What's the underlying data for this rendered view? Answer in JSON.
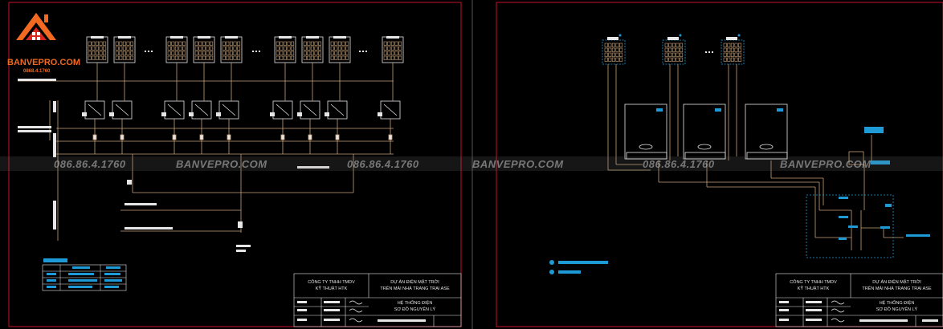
{
  "logo": {
    "name": "BANVEPRO.COM",
    "phone": "0868.4.1760"
  },
  "watermarks": {
    "phone": "086.86.4.1760",
    "site": "BANVEPRO.COM"
  },
  "title_blocks": [
    {
      "company_line1": "CÔNG TY TNHH TMDV",
      "company_line2": "KỸ THUẬT HTK",
      "project_line1": "DỰ ÁN ĐIỆN MẶT TRỜI",
      "project_line2": "TRÊN MÁI NHÀ TRANG TRẠI ASE",
      "drawing_line1": "HỆ THỐNG ĐIỆN",
      "drawing_line2": "SƠ ĐỒ NGUYÊN LÝ"
    },
    {
      "company_line1": "CÔNG TY TNHH TMDV",
      "company_line2": "KỸ THUẬT HTK",
      "project_line1": "DỰ ÁN ĐIỆN MẶT TRỜI",
      "project_line2": "TRÊN MÁI NHÀ TRANG TRẠI ASE",
      "drawing_line1": "HỆ THỐNG ĐIỆN",
      "drawing_line2": "SƠ ĐỒ NGUYÊN LÝ"
    }
  ],
  "colors": {
    "frame": "#c8102e",
    "wire": "#c9a27a",
    "device": "#e6e6e6",
    "panel_line": "#e6e6e6",
    "cyan": "#1e9bd7",
    "logo_orange": "#f26a21",
    "logo_red": "#d7261e"
  }
}
